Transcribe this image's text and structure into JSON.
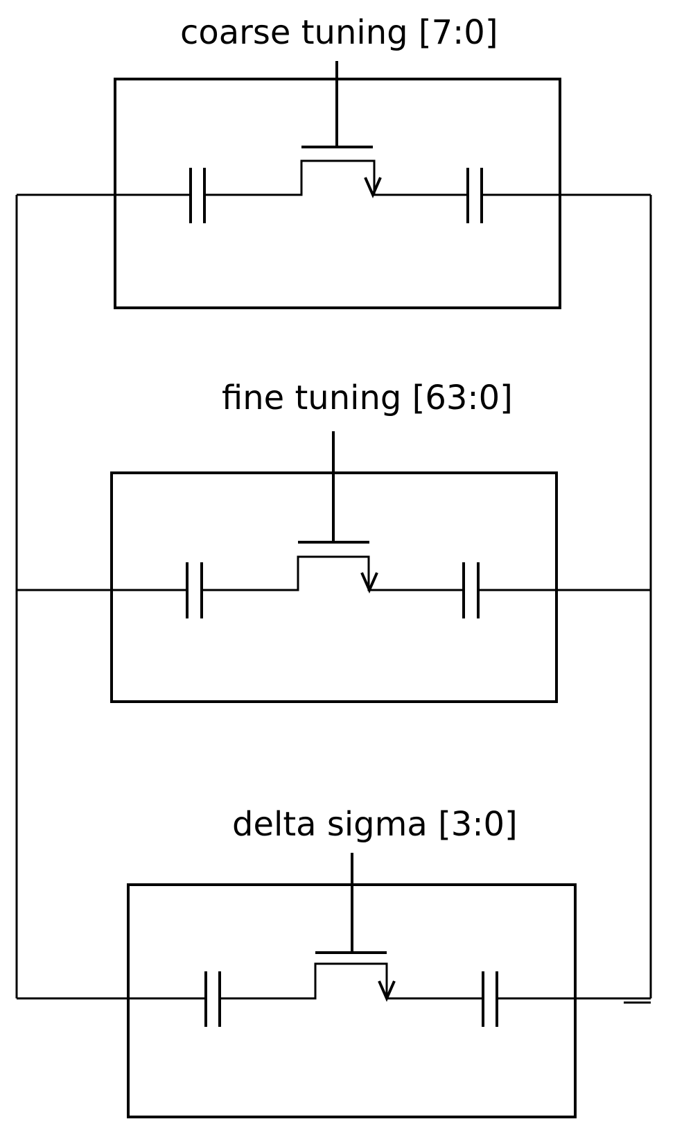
{
  "diagram": {
    "title": "",
    "colors": {
      "line": "#000000",
      "background": "#ffffff"
    },
    "cells": [
      {
        "label": "coarse tuning [7:0]"
      },
      {
        "label": "fine tuning [63:0]"
      },
      {
        "label": "delta sigma [3:0]"
      }
    ]
  }
}
